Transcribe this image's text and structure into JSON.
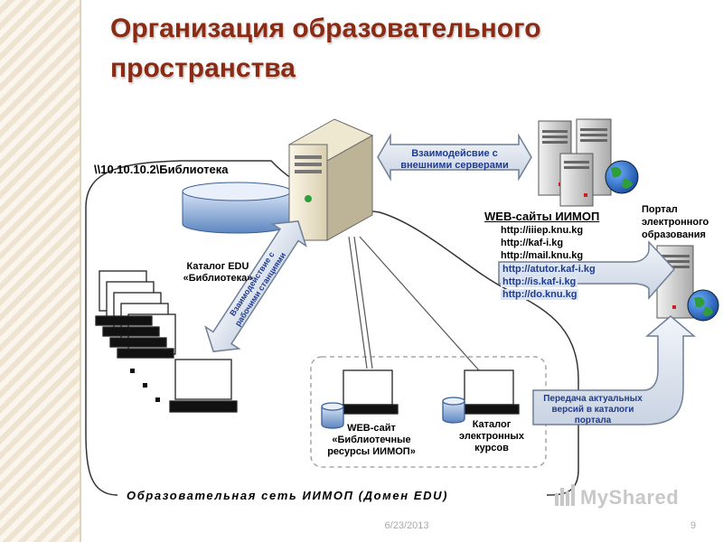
{
  "slide": {
    "title": "Организация образовательного пространства",
    "date": "6/23/2013",
    "page_number": "9",
    "watermark": "MyShared"
  },
  "diagram": {
    "library_server_path": "\\\\10.10.10.2\\Библиотека",
    "catalog_label": "Каталог EDU «Библиотека»",
    "arrow_external": "Взаимодейсвие с внешними серверами",
    "arrow_workstations": "Взаимодействие с рабочими станциями",
    "web_sites": {
      "title": "WEB-сайты ИИМОП",
      "urls": [
        {
          "text": "http://iiiep.knu.kg",
          "highlight": false
        },
        {
          "text": "http://kaf-i.kg",
          "highlight": false
        },
        {
          "text": "http://mail.knu.kg",
          "highlight": false
        },
        {
          "text": "http://atutor.kaf-i.kg",
          "highlight": true
        },
        {
          "text": "http://is.kaf-i.kg",
          "highlight": true
        },
        {
          "text": "http://do.knu.kg",
          "highlight": true
        }
      ]
    },
    "portal_label": "Портал электронного образования",
    "web_library_label": "WEB-сайт «Библиотечные ресурсы ИИМОП»",
    "course_catalog_label": "Каталог электронных курсов",
    "transfer_arrow": "Передача актуальных версий в каталоги портала",
    "network_label": "Образовательная сеть ИИМОП (Домен EDU)"
  },
  "colors": {
    "title": "#8b2b14",
    "arrow_fill": "#dfe6f0",
    "arrow_stroke": "#6f7f96",
    "link": "#1f3b8f"
  }
}
